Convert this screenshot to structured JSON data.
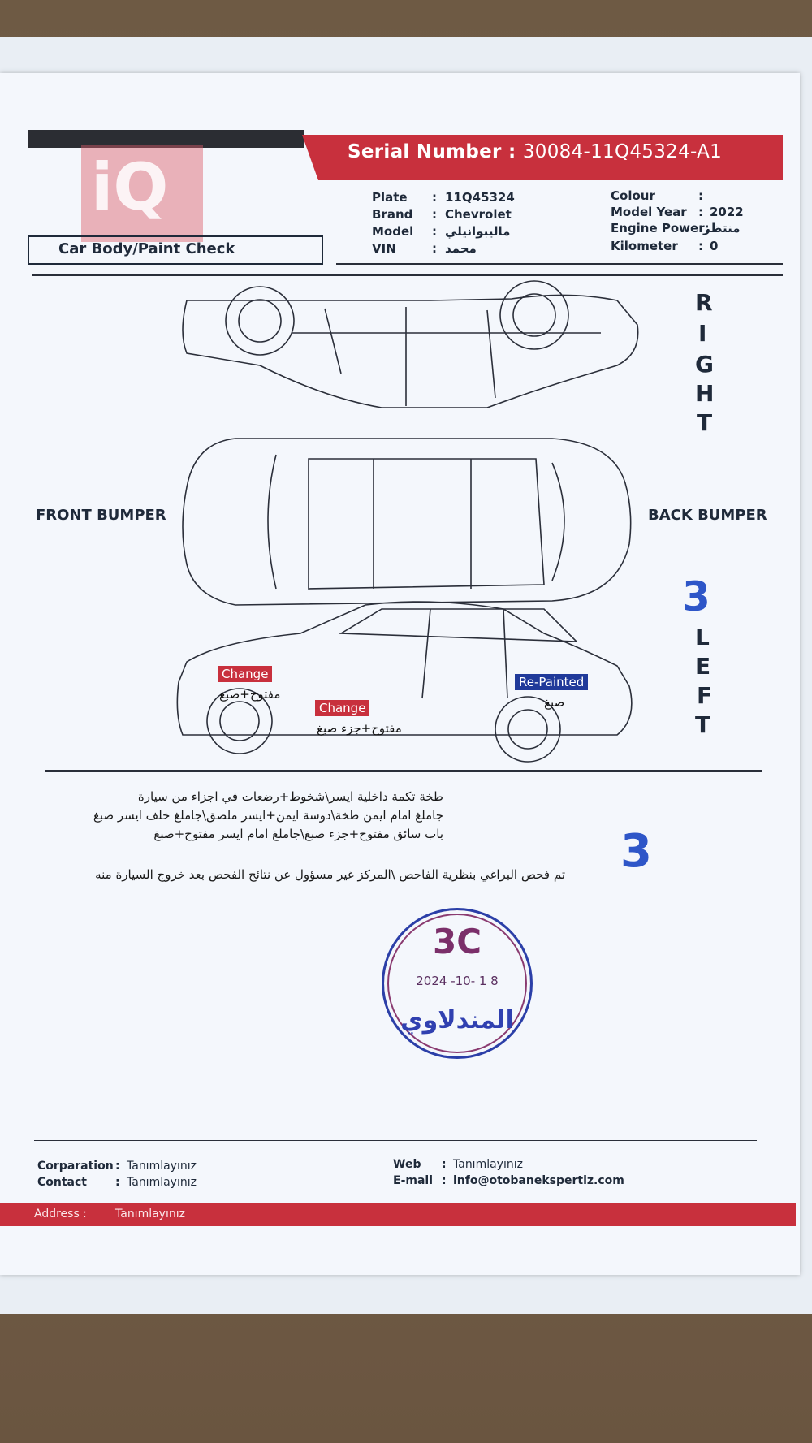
{
  "header": {
    "serial_label": "Serial Number :",
    "serial_value": "30084-11Q45324-A1",
    "logo_text": "iQ",
    "section_title": "Car Body/Paint Check"
  },
  "vehicle": {
    "plate_label": "Plate",
    "plate_value": "11Q45324",
    "brand_label": "Brand",
    "brand_value": "Chevrolet",
    "model_label": "Model",
    "model_value": "ماليبوانيلي",
    "vin_label": "VIN",
    "vin_value": "محمد",
    "colour_label": "Colour",
    "colour_value": "",
    "year_label": "Model Year",
    "year_value": "2022",
    "power_label": "Engine Power:",
    "power_value": "منتظر",
    "km_label": "Kilometer",
    "km_value": "0",
    "sep": ":"
  },
  "diagram": {
    "right_letters": [
      "R",
      "I",
      "G",
      "H",
      "T"
    ],
    "left_letters": [
      "L",
      "E",
      "F",
      "T"
    ],
    "front_bumper": "FRONT BUMPER",
    "back_bumper": "BACK BUMPER",
    "handwritten_3_a": "3",
    "handwritten_3_b": "3",
    "tags": [
      {
        "label": "Change",
        "note": "مفتوح+صبغ",
        "color": "#c8303d"
      },
      {
        "label": "Change",
        "note": "مفتوح+جزء صبغ",
        "color": "#c8303d"
      },
      {
        "label": "Re-Painted",
        "note": "صبغ",
        "color": "#203a9a"
      }
    ]
  },
  "notes": {
    "line1": "طخة تكمة داخلية ايسر\\شخوط+رضعات في اجزاء من سيارة",
    "line2": "جاملغ امام ايمن طخة\\دوسة ايمن+ايسر ملصق\\جاملغ خلف ايسر صبغ",
    "line3": "باب سائق مفتوح+جزء صبغ\\جاملغ امام ايسر مفتوح+صبغ",
    "disclaimer": "تم فحص البراغي بنظرية الفاحص \\المركز غير مسؤول عن نتائج الفحص بعد خروج السيارة منه"
  },
  "stamp": {
    "code": "3C",
    "date": "2024 -10- 1 8",
    "name": "المندلاوي"
  },
  "footer": {
    "corp_label": "Corparation",
    "corp_value": "Tanımlayınız",
    "contact_label": "Contact",
    "contact_value": "Tanımlayınız",
    "web_label": "Web",
    "web_value": "Tanımlayınız",
    "email_label": "E-mail",
    "email_value": "info@otobanekspertiz.com",
    "address_label": "Address",
    "address_value": "Tanımlayınız"
  },
  "colors": {
    "accent_red": "#c8303d",
    "tag_blue": "#203a9a",
    "ink_blue": "#2e56c8",
    "stamp_purple": "#7b2f6a"
  }
}
